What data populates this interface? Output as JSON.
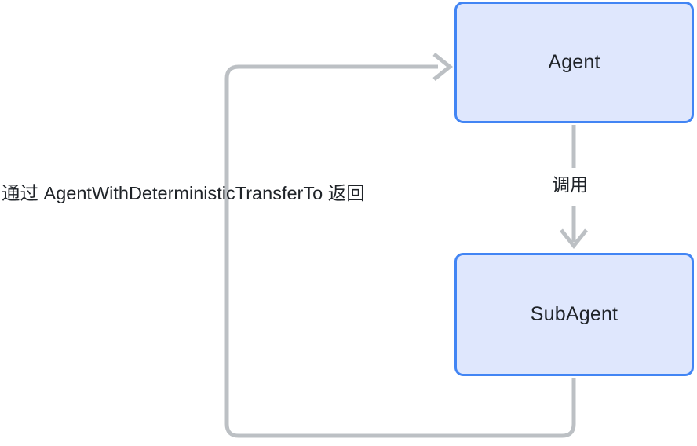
{
  "diagram": {
    "type": "flowchart",
    "background_color": "#ffffff",
    "nodes": [
      {
        "id": "agent",
        "label": "Agent",
        "fill_color": "#dfe7fd",
        "border_color": "#4285f4",
        "text_color": "#1f2328"
      },
      {
        "id": "subagent",
        "label": "SubAgent",
        "fill_color": "#dfe7fd",
        "border_color": "#4285f4",
        "text_color": "#1f2328"
      }
    ],
    "edges": [
      {
        "id": "agent-to-subagent",
        "from": "agent",
        "to": "subagent",
        "label": "调用",
        "direction": "down",
        "color": "#bcc0c4"
      },
      {
        "id": "subagent-to-agent",
        "from": "subagent",
        "to": "agent",
        "label": "通过 AgentWithDeterministicTransferTo 返回",
        "direction": "loop-left",
        "color": "#bcc0c4"
      }
    ]
  }
}
